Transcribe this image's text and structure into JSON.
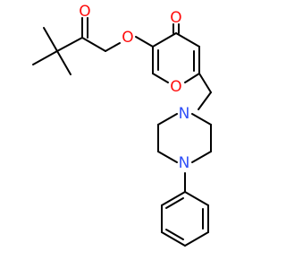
{
  "molecule": {
    "atoms": [
      {
        "id": "O1",
        "label": "O",
        "color": "#ff0d0d",
        "role": "ketone-oxygen"
      },
      {
        "id": "O2",
        "label": "O",
        "color": "#ff0d0d",
        "role": "ether-oxygen"
      },
      {
        "id": "O3",
        "label": "O",
        "color": "#ff0d0d",
        "role": "pyranone-carbonyl-oxygen"
      },
      {
        "id": "O4",
        "label": "O",
        "color": "#ff0d0d",
        "role": "pyran-ring-oxygen"
      },
      {
        "id": "N1",
        "label": "N",
        "color": "#3050f8",
        "role": "piperazine-nitrogen-upper"
      },
      {
        "id": "N2",
        "label": "N",
        "color": "#3050f8",
        "role": "piperazine-nitrogen-lower"
      }
    ],
    "bond_color": "#000000"
  }
}
